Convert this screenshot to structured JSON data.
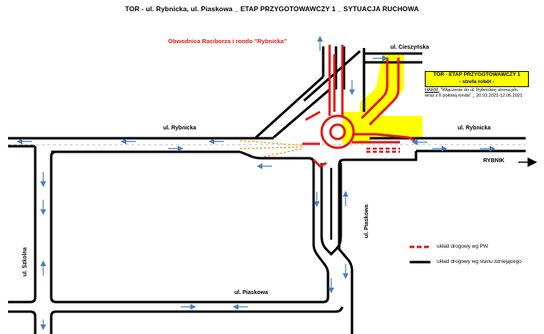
{
  "title": "TOR - ul. Rybnicka, ul. Piaskowa _ ETAP PRZYGOTOWAWCZY 1 _ SYTUACJA RUCHOWA",
  "bypass_label": "Obwodnica Raciborza i rondo \"Rybnicka\"",
  "streets": {
    "rybnicka_left": "ul. Rybnicka",
    "rybnicka_right": "ul. Rybnicka",
    "cieszynska": "ul. Cieszyńska",
    "piaskowa_vertical": "ul. Piaskowa",
    "piaskowa_bottom": "ul. Piaskowa",
    "szkolna": "ul. Szkolna",
    "rybnik": "RYBNIK"
  },
  "zone": {
    "line1": "TOR - ETAP PRZYGOTOWAWCZY 1",
    "line2": "- strefa robót -"
  },
  "harm": {
    "label": "HARM:",
    "text1": " \"Włączenie do ul. Rybnickiej strona płn.",
    "text2": "wraz z II połową ronda\" _ 20.03.2021-12.06.2021"
  },
  "legend": {
    "planned": "układ drogowy  wg PW",
    "existing": "układ drogowy wg stanu istniejącego"
  },
  "colors": {
    "road": "#000000",
    "planned_road": "#e01a1a",
    "work_zone": "#ffff00",
    "traffic_arrow": "#4a7fc0",
    "detour": "#f0a020"
  }
}
